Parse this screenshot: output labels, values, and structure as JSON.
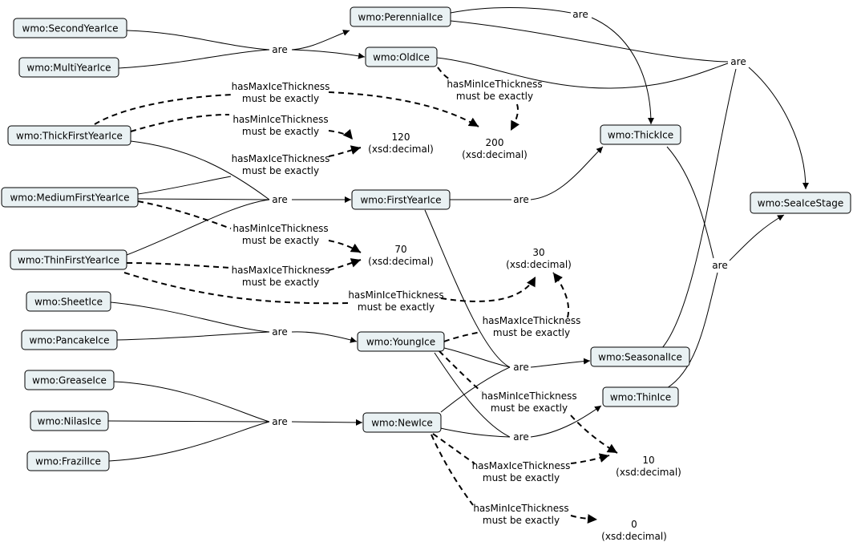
{
  "nodes": {
    "SecondYearIce": "wmo:SecondYearIce",
    "MultiYearIce": "wmo:MultiYearIce",
    "ThickFirstYearIce": "wmo:ThickFirstYearIce",
    "MediumFirstYearIce": "wmo:MediumFirstYearIce",
    "ThinFirstYearIce": "wmo:ThinFirstYearIce",
    "SheetIce": "wmo:SheetIce",
    "PancakeIce": "wmo:PancakeIce",
    "GreaseIce": "wmo:GreaseIce",
    "NilasIce": "wmo:NilasIce",
    "FrazilIce": "wmo:FrazilIce",
    "PerennialIce": "wmo:PerennialIce",
    "OldIce": "wmo:OldIce",
    "FirstYearIce": "wmo:FirstYearIce",
    "YoungIce": "wmo:YoungIce",
    "NewIce": "wmo:NewIce",
    "ThickIce": "wmo:ThickIce",
    "SeasonalIce": "wmo:SeasonalIce",
    "ThinIce": "wmo:ThinIce",
    "SeaIceStage": "wmo:SeaIceStage"
  },
  "values": {
    "v200": [
      "200",
      "(xsd:decimal)"
    ],
    "v120": [
      "120",
      "(xsd:decimal)"
    ],
    "v70": [
      "70",
      "(xsd:decimal)"
    ],
    "v30": [
      "30",
      "(xsd:decimal)"
    ],
    "v10": [
      "10",
      "(xsd:decimal)"
    ],
    "v0": [
      "0",
      "(xsd:decimal)"
    ]
  },
  "relations": {
    "are": "are",
    "max": [
      "hasMaxIceThickness",
      "must be exactly"
    ],
    "min": [
      "hasMinIceThickness",
      "must be exactly"
    ]
  }
}
